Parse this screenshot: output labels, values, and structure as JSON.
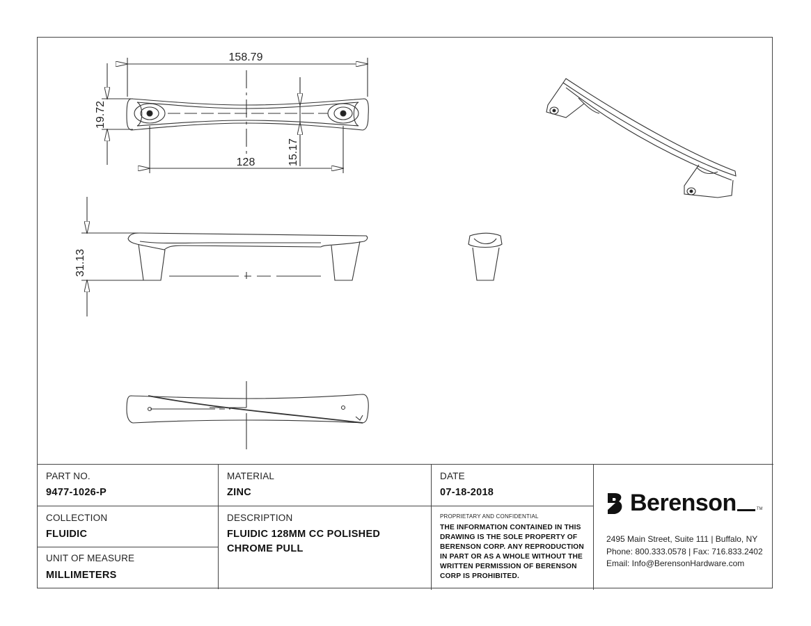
{
  "dimensions": {
    "overall_length": "158.79",
    "height_front": "19.72",
    "center_to_center": "128",
    "grip_width": "15.17",
    "projection": "31.13"
  },
  "title_block": {
    "part_no_label": "PART NO.",
    "part_no": "9477-1026-P",
    "material_label": "MATERIAL",
    "material": "ZINC",
    "date_label": "DATE",
    "date": "07-18-2018",
    "collection_label": "COLLECTION",
    "collection": "FLUIDIC",
    "description_label": "DESCRIPTION",
    "description": "FLUIDIC 128MM CC POLISHED CHROME PULL",
    "unit_label": "UNIT OF MEASURE",
    "unit": "MILLIMETERS",
    "proprietary_label": "PROPRIETARY AND CONFIDENTIAL",
    "proprietary_notice": "THE INFORMATION CONTAINED IN THIS DRAWING IS THE SOLE PROPERTY OF BERENSON CORP. ANY REPRODUCTION IN PART OR AS A WHOLE WITHOUT THE WRITTEN PERMISSION OF BERENSON CORP IS PROHIBITED."
  },
  "company": {
    "name": "Berenson",
    "trademark": "TM",
    "address": "2495 Main Street, Suite 111 | Buffalo, NY",
    "phone_fax": "Phone: 800.333.0578 | Fax: 716.833.2402",
    "email": "Email: Info@BerensonHardware.com",
    "logo_icon": "berenson-b-logo"
  },
  "colors": {
    "line": "#2a2a2a",
    "text": "#1a1a1a"
  }
}
